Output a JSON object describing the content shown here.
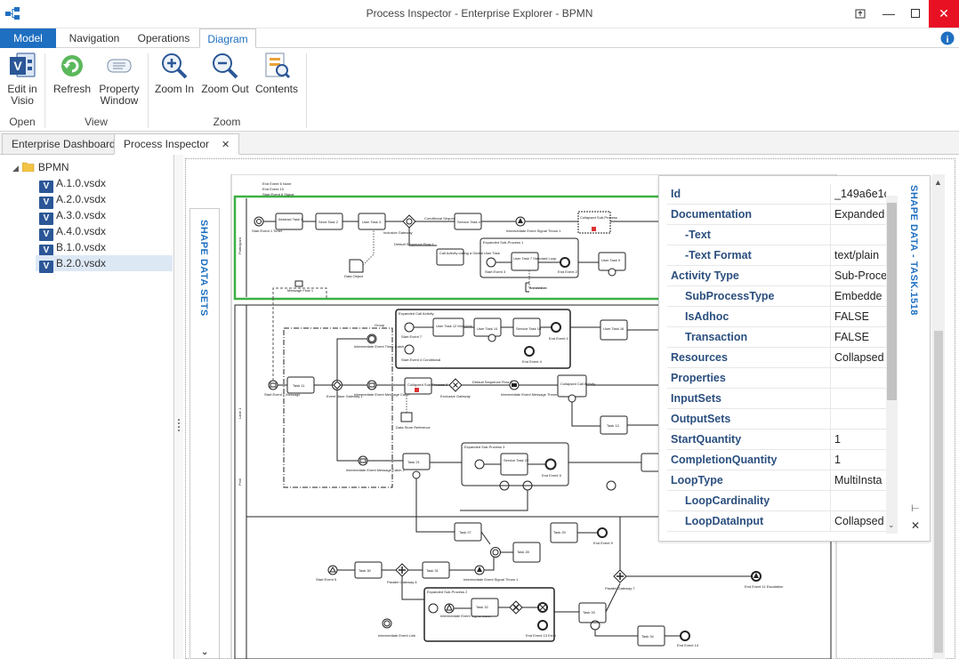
{
  "window": {
    "title": "Process Inspector - Enterprise Explorer - BPMN"
  },
  "ribbon_tabs": [
    {
      "label": "Model"
    },
    {
      "label": "Navigation"
    },
    {
      "label": "Operations"
    },
    {
      "label": "Diagram"
    }
  ],
  "ribbon": {
    "open": {
      "group": "Open",
      "edit_in_visio": "Edit in Visio"
    },
    "view": {
      "group": "View",
      "refresh": "Refresh",
      "property_window": "Property Window"
    },
    "zoom": {
      "group": "Zoom",
      "zoom_in": "Zoom In",
      "zoom_out": "Zoom Out",
      "contents": "Contents"
    }
  },
  "doc_tabs": [
    {
      "label": "Enterprise Dashboard"
    },
    {
      "label": "Process Inspector"
    }
  ],
  "tree": {
    "root": "BPMN",
    "files": [
      "A.1.0.vsdx",
      "A.2.0.vsdx",
      "A.3.0.vsdx",
      "A.4.0.vsdx",
      "B.1.0.vsdx",
      "B.2.0.vsdx"
    ],
    "selected": "B.2.0.vsdx"
  },
  "shape_data_sets": "SHAPE DATA SETS",
  "shape_data_title": "SHAPE DATA - TASK.1518",
  "properties": [
    {
      "key": "Id",
      "value": "_149a6e1c",
      "indent": false
    },
    {
      "key": "Documentation",
      "value": "Expanded",
      "indent": false
    },
    {
      "key": "-Text",
      "value": "",
      "indent": true
    },
    {
      "key": "-Text Format",
      "value": "text/plain",
      "indent": true
    },
    {
      "key": "Activity Type",
      "value": "Sub-Proce",
      "indent": false
    },
    {
      "key": "SubProcessType",
      "value": "Embedde",
      "indent": true
    },
    {
      "key": "IsAdhoc",
      "value": "FALSE",
      "indent": true
    },
    {
      "key": "Transaction",
      "value": "FALSE",
      "indent": true
    },
    {
      "key": "Resources",
      "value": "Collapsed",
      "indent": false
    },
    {
      "key": "Properties",
      "value": "",
      "indent": false
    },
    {
      "key": "InputSets",
      "value": "",
      "indent": false
    },
    {
      "key": "OutputSets",
      "value": "",
      "indent": false
    },
    {
      "key": "StartQuantity",
      "value": "1",
      "indent": false
    },
    {
      "key": "CompletionQuantity",
      "value": "1",
      "indent": false
    },
    {
      "key": "LoopType",
      "value": "MultiInsta",
      "indent": false
    },
    {
      "key": "LoopCardinality",
      "value": "",
      "indent": true
    },
    {
      "key": "LoopDataInput",
      "value": "Collapsed",
      "indent": true
    }
  ],
  "diagram": {
    "tasks": [
      "Abstract Task 1",
      "Send Task 2",
      "User Task 3",
      "Service Task 4",
      "User Task 9",
      "Call Activity calling a Global User Task",
      "User Task 7 Standard Loop",
      "Task 11",
      "Collapsed Sub-Process 3",
      "Collapsed Call Activity",
      "Task 13",
      "User Task 12 Multi-Inst. Seq.",
      "User Task 14",
      "Service Task 16",
      "User Task 16",
      "Task 21",
      "Service Task 22",
      "Task 27",
      "Task 28",
      "Task 29",
      "Task 30",
      "Task 31",
      "Task 32",
      "Task 33",
      "Task 34"
    ],
    "events": [
      "Start Event 1 Timer",
      "Intermediate Event Signal Throw 1",
      "End Event 2",
      "Start Event 3",
      "End Event 1",
      "End Event 4",
      "End Event 5",
      "End Event 6 None",
      "End Event 9",
      "End Event 10",
      "End Event 11 Escalation",
      "End Event 13 Error",
      "End Event 14",
      "Start Event 2 Message",
      "Start Event 4 Conditional",
      "Start Event 5",
      "Start Event 6 Signal",
      "Start Event 7",
      "Intermediate Event Timer Catch",
      "Intermediate Event Message Catch",
      "Intermediate Event Message Throw",
      "Intermediate Event Message Catch 2",
      "Intermediate Event Link",
      "Intermediate Event Signal Catch"
    ],
    "gateways": [
      "Inclusive Gateway",
      "Event Base Gateway 1",
      "Exclusive Gateway",
      "Parallel Gateway 6",
      "Parallel Gateway 7"
    ],
    "groups": [
      "Group",
      "Expanded Call Activity",
      "Expanded Sub-Process 1",
      "Expanded Sub-Process 2",
      "Expanded Sub-Process 3"
    ],
    "flows": [
      "Conditional Sequence Flow 1",
      "Default Sequence Flow 1",
      "Default Sequence Flow 3",
      "Message Flow 1"
    ],
    "artifacts": [
      "Data Object",
      "Data Store Reference",
      "Annotation",
      "Collapsed Sub-Process"
    ],
    "lanes": [
      "Participant",
      "Lane 1",
      "Pool"
    ]
  },
  "colors": {
    "accent": "#1e6fc1",
    "selected_pool": "#3cb043",
    "close_red": "#e81123"
  }
}
